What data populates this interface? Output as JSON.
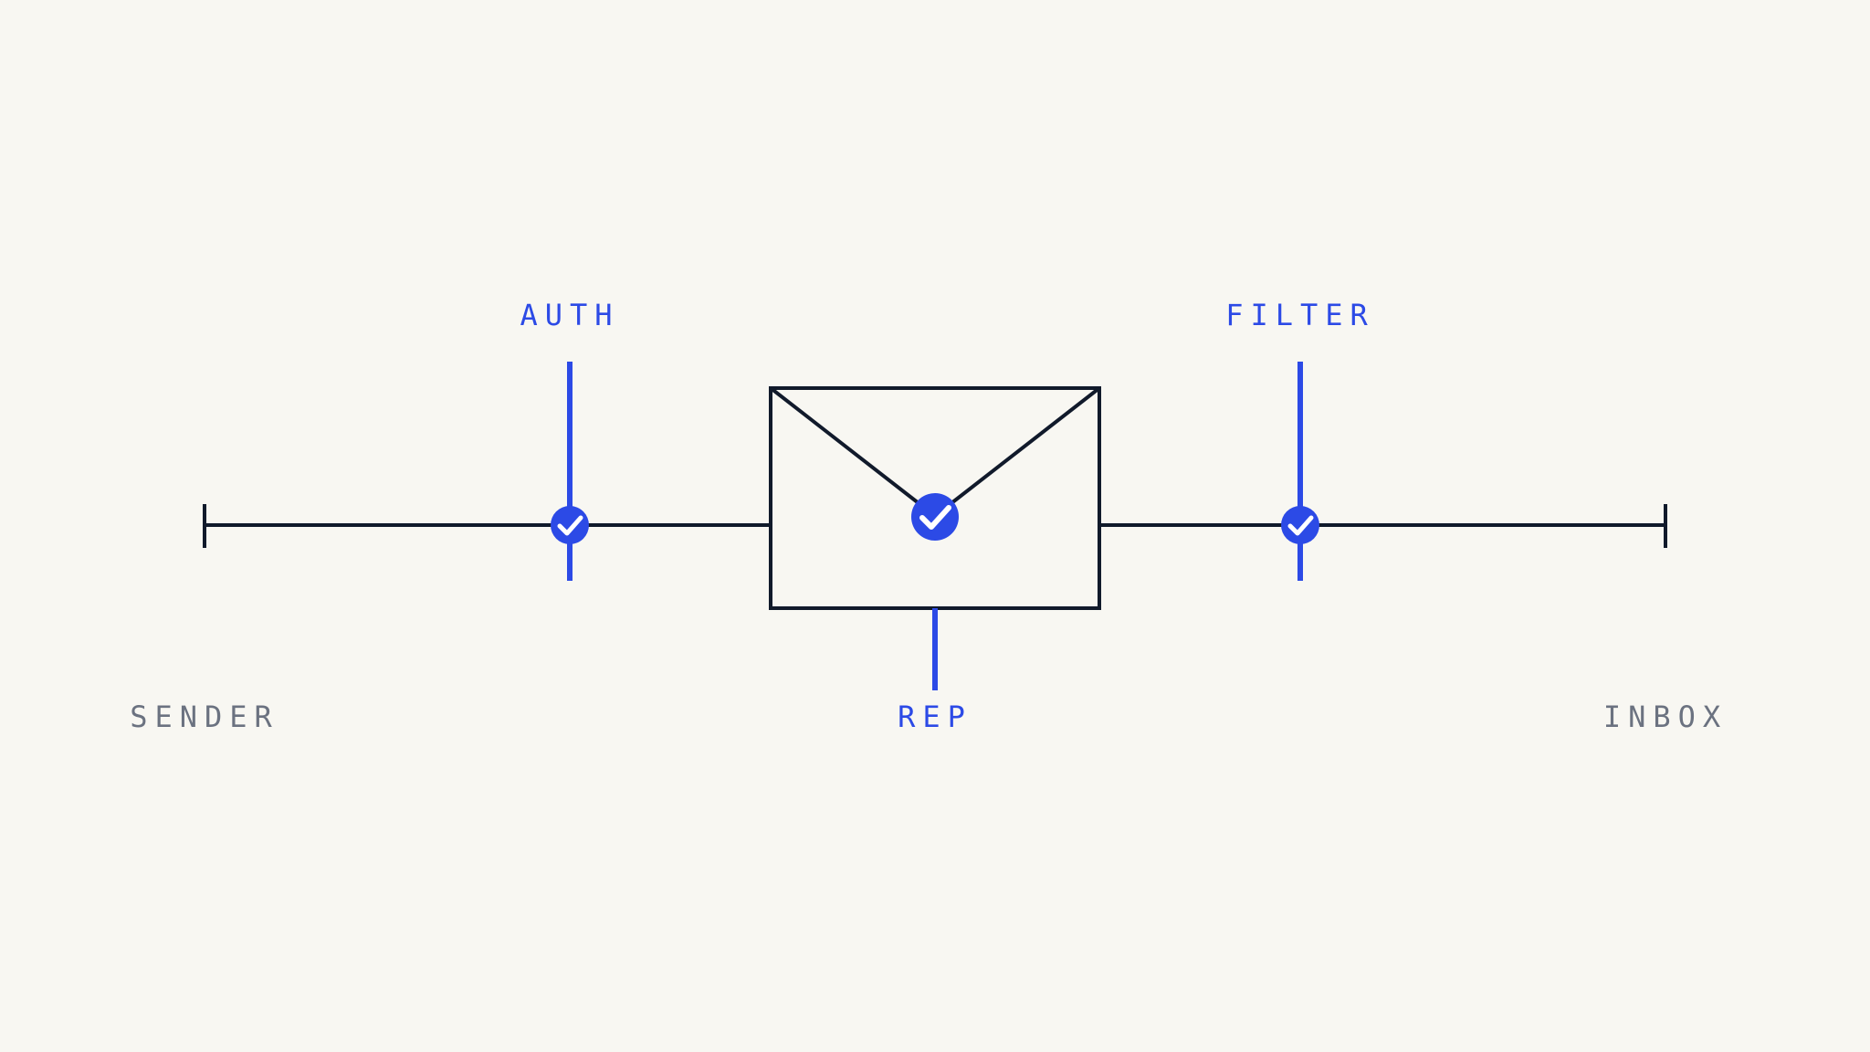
{
  "endpoints": {
    "start": "SENDER",
    "end": "INBOX"
  },
  "checkpoints": [
    {
      "label": "AUTH",
      "status_icon": "check-circle-icon"
    },
    {
      "label": "REP",
      "status_icon": "check-circle-icon"
    },
    {
      "label": "FILTER",
      "status_icon": "check-circle-icon"
    }
  ],
  "message_icon": "envelope-icon",
  "colors": {
    "background": "#f8f7f2",
    "line": "#111a2b",
    "accent": "#2c4ae6",
    "muted_text": "#6b7280",
    "check": "#ffffff"
  }
}
